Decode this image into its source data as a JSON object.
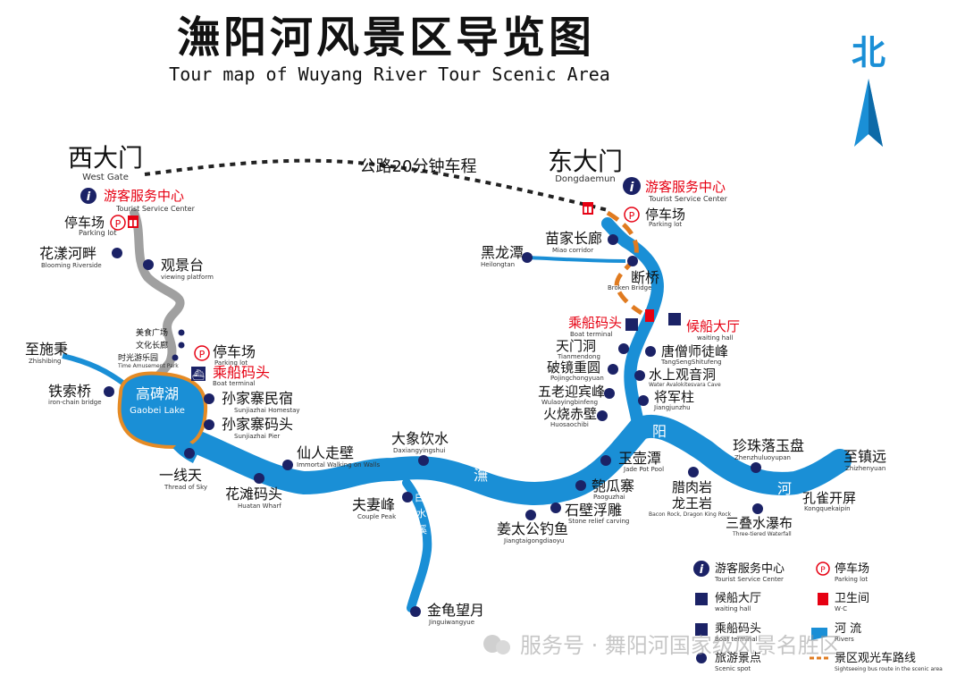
{
  "title": "潕阳河风景区导览图",
  "subtitle_en": "Tour map of Wuyang River Tour Scenic Area",
  "compass": {
    "label": "北"
  },
  "road_note": "公路20分钟车程",
  "gates": {
    "west": {
      "zh": "西大门",
      "en": "West Gate"
    },
    "east": {
      "zh": "东大门",
      "en": "Dongdaemun"
    }
  },
  "rivers": {
    "wuyang": [
      "潕",
      "阳",
      "河"
    ],
    "baishui": [
      "白",
      "水",
      "溪"
    ]
  },
  "lake": {
    "zh": "高碑湖",
    "en": "Gaobei Lake"
  },
  "facilities": {
    "tsc_west": {
      "zh": "游客服务中心",
      "en": "Tourist Service Center"
    },
    "tsc_east": {
      "zh": "游客服务中心",
      "en": "Tourist Service Center"
    },
    "parking_west": {
      "zh": "停车场",
      "en": "Parking lot"
    },
    "parking_east": {
      "zh": "停车场",
      "en": "Parking lot"
    },
    "parking_mid": {
      "zh": "停车场",
      "en": "Parking lot"
    },
    "boat_west": {
      "zh": "乘船码头",
      "en": "Boat terminal"
    },
    "boat_east": {
      "zh": "乘船码头",
      "en": "Boat terminal"
    },
    "waiting_hall": {
      "zh": "候船大厅",
      "en": "waiting hall"
    }
  },
  "spots_left": {
    "huayang": {
      "zh": "花漾河畔",
      "en": "Blooming Riverside"
    },
    "guanjing": {
      "zh": "观景台",
      "en": "viewing platform"
    },
    "meishi": {
      "zh": "美食广场"
    },
    "wenhua": {
      "zh": "文化长廊"
    },
    "shiguang": {
      "zh": "时光游乐园",
      "en": "Time Amusement Park"
    },
    "zhishi": {
      "zh": "至施秉",
      "en": "Zhishibing"
    },
    "tiesuo": {
      "zh": "铁索桥",
      "en": "iron-chain bridge"
    },
    "minsu": {
      "zh": "孙家寨民宿",
      "en": "Sunjiazhai Homestay"
    },
    "matou": {
      "zh": "孙家寨码头",
      "en": "Sunjiazhai Pier"
    },
    "yixian": {
      "zh": "一线天",
      "en": "Thread of Sky"
    },
    "huatan": {
      "zh": "花滩码头",
      "en": "Huatan Wharf"
    },
    "xianren": {
      "zh": "仙人走壁",
      "en": "Immortal Walking on Walls"
    },
    "daxiang": {
      "zh": "大象饮水",
      "en": "Daxiangyingshui"
    },
    "fuqi": {
      "zh": "夫妻峰",
      "en": "Couple Peak"
    },
    "jingui": {
      "zh": "金龟望月",
      "en": "Jinguiwangyue"
    },
    "jiangtai": {
      "zh": "姜太公钓鱼",
      "en": "Jiangtaigongdiaoyu"
    }
  },
  "spots_right": {
    "miaojia": {
      "zh": "苗家长廊",
      "en": "Miao corridor"
    },
    "heilong": {
      "zh": "黑龙潭",
      "en": "Heilongtan"
    },
    "duanqiao": {
      "zh": "断桥",
      "en": "Broken Bridge"
    },
    "tianmen": {
      "zh": "天门洞",
      "en": "Tianmendong"
    },
    "tangseng": {
      "zh": "唐僧师徒峰",
      "en": "TangSengShitufeng"
    },
    "pojing": {
      "zh": "破镜重圆",
      "en": "Pojingchongyuan"
    },
    "shuishang": {
      "zh": "水上观音洞",
      "en": "Water Avalokitesvara Cave"
    },
    "wulao": {
      "zh": "五老迎宾峰",
      "en": "Wulaoyingbinfeng"
    },
    "jiangjun": {
      "zh": "将军柱",
      "en": "Jiangjunzhu"
    },
    "huoshao": {
      "zh": "火烧赤壁",
      "en": "Huosaochibi"
    },
    "yuhu": {
      "zh": "玉壶潭",
      "en": "Jade Pot Pool"
    },
    "paogua": {
      "zh": "匏瓜寨",
      "en": "Paoguzhai"
    },
    "shibi": {
      "zh": "石壁浮雕",
      "en": "Stone relief carving"
    },
    "larou": {
      "zh": "腊肉岩",
      "en": ""
    },
    "longwang": {
      "zh": "龙王岩",
      "en": "Bacon Rock, Dragon King Rock"
    },
    "zhenzhu": {
      "zh": "珍珠落玉盘",
      "en": "Zhenzhuluoyupan"
    },
    "sandie": {
      "zh": "三叠水瀑布",
      "en": "Three-tiered Waterfall"
    },
    "kongque": {
      "zh": "孔雀开屏",
      "en": "Kongquekaipin"
    },
    "zhizhen": {
      "zh": "至镇远",
      "en": "Zhizhenyuan"
    }
  },
  "legend": {
    "tsc": {
      "zh": "游客服务中心",
      "en": "Tourist Service Center"
    },
    "parking": {
      "zh": "停车场",
      "en": "Parking lot"
    },
    "waiting": {
      "zh": "候船大厅",
      "en": "waiting hall"
    },
    "wc": {
      "zh": "卫生间",
      "en": "W·C"
    },
    "boat": {
      "zh": "乘船码头",
      "en": "Boat terminal"
    },
    "river": {
      "zh": "河 流",
      "en": "Rivers"
    },
    "spot": {
      "zh": "旅游景点",
      "en": "Scenic spot"
    },
    "busroute": {
      "zh": "景区观光车路线",
      "en": "Sightseeing bus route in the scenic area"
    }
  },
  "watermark": "服务号 · 舞阳河国家级风景名胜区",
  "colors": {
    "river": "#1a8fd6",
    "title": "#111111",
    "red": "#e60012",
    "navy": "#1b2266",
    "road": "#999999",
    "route": "#e07b20"
  }
}
